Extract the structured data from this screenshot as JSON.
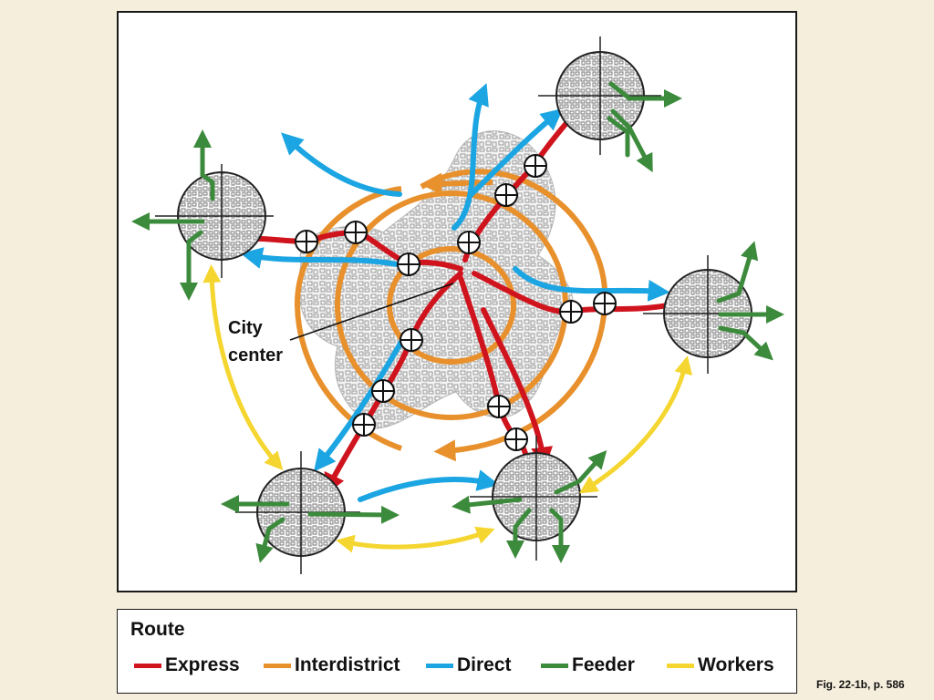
{
  "diagram": {
    "city_center_label_line1": "City",
    "city_center_label_line2": "center"
  },
  "legend": {
    "title": "Route",
    "items": [
      {
        "label": "Express",
        "color": "#d0141e"
      },
      {
        "label": "Interdistrict",
        "color": "#e8902c"
      },
      {
        "label": "Direct",
        "color": "#1ba5e2"
      },
      {
        "label": "Feeder",
        "color": "#3c8a3c"
      },
      {
        "label": "Workers",
        "color": "#f5d630"
      }
    ]
  },
  "caption": "Fig. 22-1b, p. 586",
  "colors": {
    "express": "#d0141e",
    "interdistrict": "#e8902c",
    "direct": "#1ba5e2",
    "feeder": "#3c8a3c",
    "workers": "#f5d630",
    "background": "#f5eedc"
  }
}
